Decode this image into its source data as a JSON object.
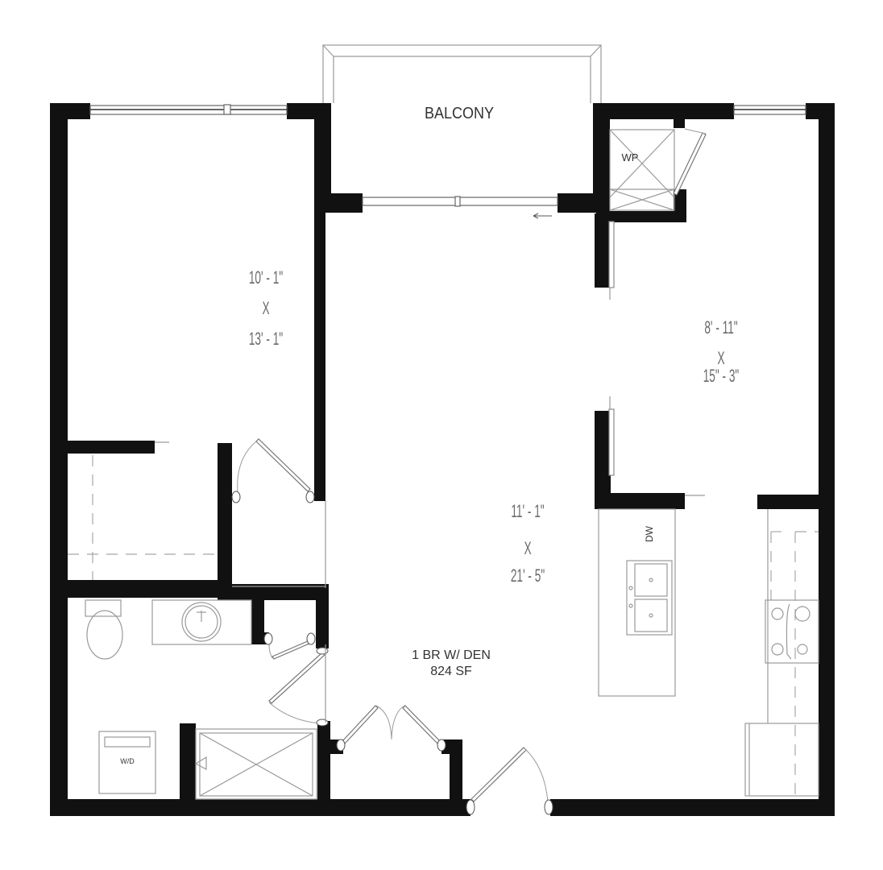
{
  "plan": {
    "unit_type": "1 BR W/ DEN",
    "area": "824 SF",
    "rooms": {
      "balcony": {
        "label": "BALCONY"
      },
      "bedroom": {
        "width": "10' - 1\"",
        "x": "X",
        "length": "13' - 1\""
      },
      "den": {
        "width": "8' - 11\"",
        "x": "X",
        "length": "15\" - 3\""
      },
      "living": {
        "width": "11' - 1\"",
        "x": "X",
        "length": "21' - 5\""
      }
    },
    "fixtures": {
      "water_heater": "WP",
      "dishwasher": "DW",
      "washer_dryer": "W/D"
    },
    "colors": {
      "wall": "#111111",
      "fixture_line": "#9a9a9a",
      "label_text": "#6a6a6a",
      "background": "#ffffff"
    }
  }
}
